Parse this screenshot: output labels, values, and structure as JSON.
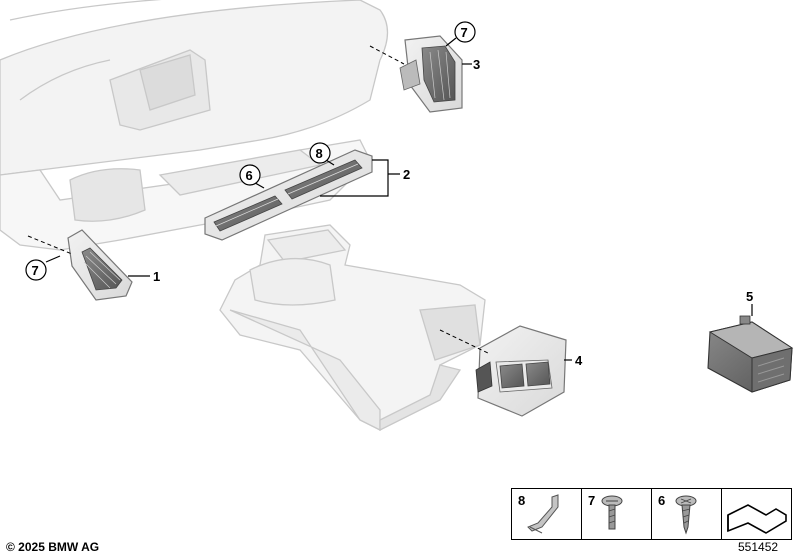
{
  "callouts": [
    {
      "id": "c1",
      "label": "1"
    },
    {
      "id": "c2",
      "label": "2"
    },
    {
      "id": "c3",
      "label": "3"
    },
    {
      "id": "c4",
      "label": "4"
    },
    {
      "id": "c5",
      "label": "5"
    },
    {
      "id": "c6a",
      "label": "6"
    },
    {
      "id": "c7a",
      "label": "7"
    },
    {
      "id": "c7b",
      "label": "7"
    },
    {
      "id": "c8a",
      "label": "8"
    }
  ],
  "legend": [
    {
      "label": "8",
      "icon": "clip-bracket-icon"
    },
    {
      "label": "7",
      "icon": "screw-icon"
    },
    {
      "label": "6",
      "icon": "tapping-screw-icon"
    },
    {
      "label": "",
      "icon": "trim-profile-icon"
    }
  ],
  "footer": {
    "copyright": "© 2025 BMW AG",
    "document_number": "551452"
  }
}
